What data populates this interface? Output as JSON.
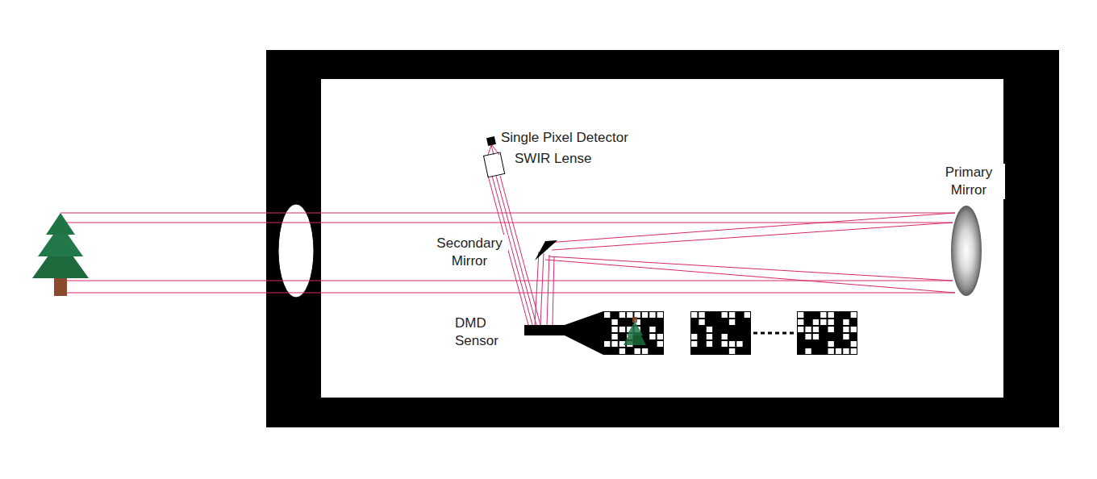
{
  "diagram": {
    "labels": [
      "Single Pixel Detector",
      "SWIR Lense",
      "Primary Mirror",
      "Secondary Mirror",
      "DMD Sensor"
    ]
  }
}
